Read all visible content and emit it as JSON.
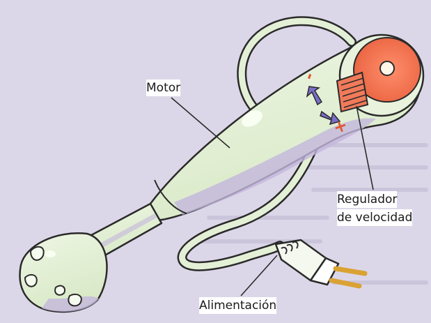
{
  "labels": {
    "motor": "Motor",
    "regulator_line1": "Regulador",
    "regulator_line2": "de velocidad",
    "power": "Alimentación"
  },
  "regulator_marks": {
    "minus": "-",
    "plus": "+"
  },
  "colors": {
    "page_background": "#dcd7e8",
    "body": "#e4f0d6",
    "body_shadow": "#c3b6dc",
    "outline": "#2a2a2a",
    "regulator": "#f07a5a",
    "regulator_mark": "#e2572f",
    "arrow": "#7a6ec8",
    "plug_pins": "#d9a233",
    "label_background": "#ffffff"
  },
  "icons": [
    "speed-up-arrow-icon",
    "speed-down-arrow-icon",
    "plug-icon"
  ]
}
